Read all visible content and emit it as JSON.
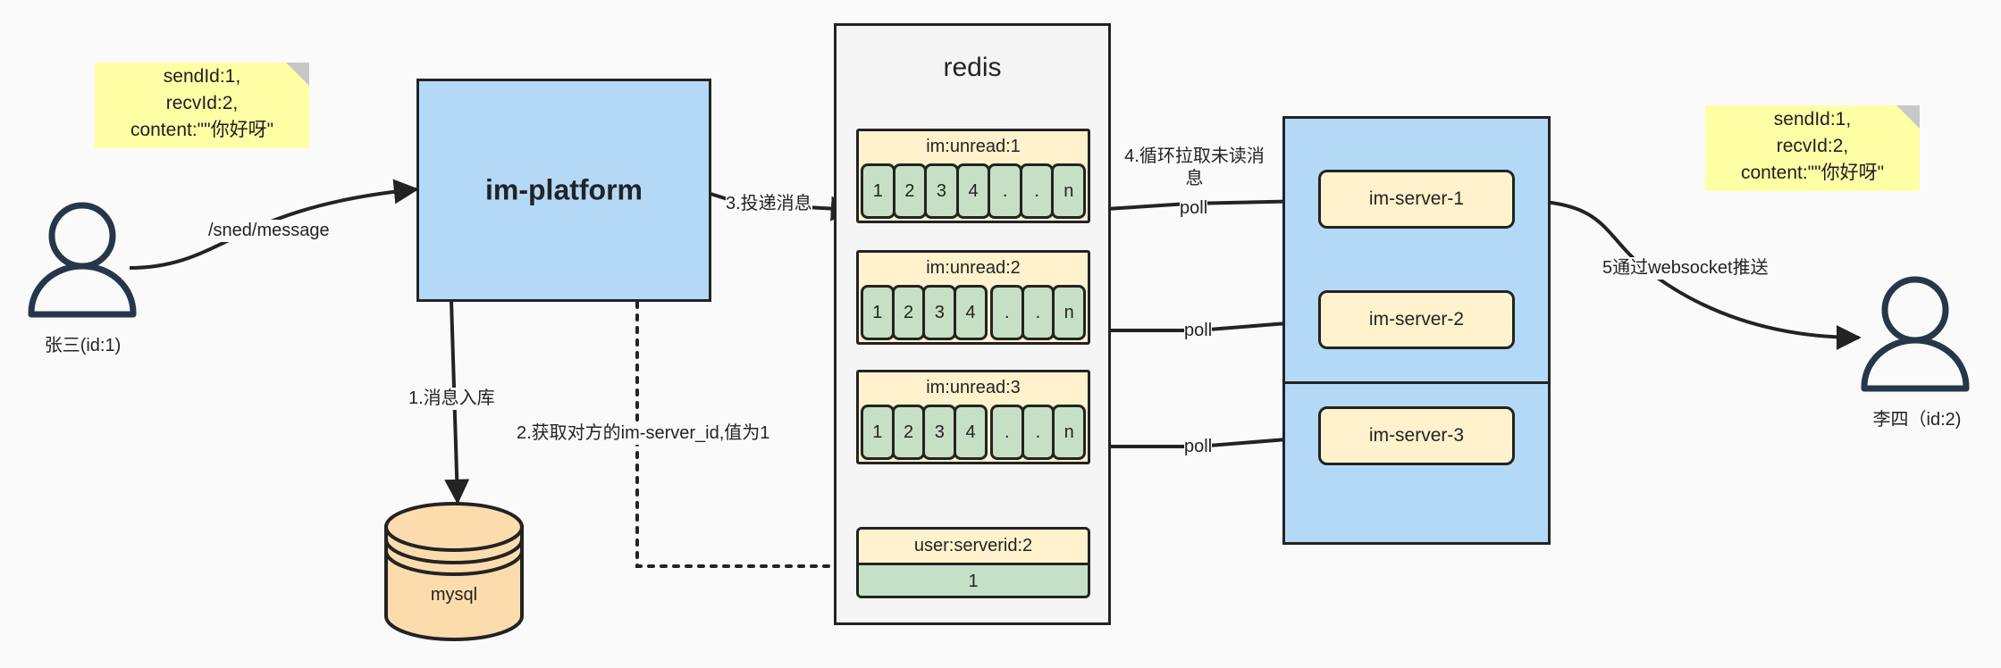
{
  "diagram": {
    "title": "IM message delivery architecture",
    "colors": {
      "background": "#fafafa",
      "note_yellow": "#ffffa6",
      "blue_fill": "#b3d9f7",
      "yellow_fill": "#fff2cc",
      "green_fill": "#c6e0c6",
      "orange_fill": "#fcdcad",
      "stroke": "#232323",
      "actor_stroke": "#27374a"
    }
  },
  "notes": {
    "left": {
      "lines": [
        "sendId:1,",
        "recvId:2,",
        "content:\"\"你好呀\""
      ]
    },
    "right": {
      "lines": [
        "sendId:1,",
        "recvId:2,",
        "content:\"\"你好呀\""
      ]
    }
  },
  "actors": {
    "sender": {
      "label": "张三(id:1)",
      "icon": "person-icon"
    },
    "receiver": {
      "label": "李四（id:2)",
      "icon": "person-icon"
    }
  },
  "platform": {
    "label": "im-platform"
  },
  "database": {
    "label": "mysql",
    "icon": "database-cylinder-icon"
  },
  "redis": {
    "title": "redis",
    "queues": [
      {
        "key": "im:unread:1",
        "cells": [
          "1",
          "2",
          "3",
          "4",
          ".",
          ".",
          "n"
        ]
      },
      {
        "key": "im:unread:2",
        "cells": [
          "1",
          "2",
          "3",
          "4",
          ".",
          ".",
          "n"
        ]
      },
      {
        "key": "im:unread:3",
        "cells": [
          "1",
          "2",
          "3",
          "4",
          ".",
          ".",
          "n"
        ]
      }
    ],
    "kv": {
      "key": "user:serverid:2",
      "value": "1"
    }
  },
  "servers": {
    "items": [
      {
        "label": "im-server-1"
      },
      {
        "label": "im-server-2"
      },
      {
        "label": "im-server-3"
      }
    ]
  },
  "edges": {
    "send_message": "/sned/message",
    "step1": "1.消息入库",
    "step2": "2.获取对方的im-server_id,值为1",
    "step3": "3.投递消息",
    "step4": "4.循环拉取未读消息",
    "step5": "5通过websocket推送",
    "poll1": "poll",
    "poll2": "poll",
    "poll3": "poll"
  }
}
